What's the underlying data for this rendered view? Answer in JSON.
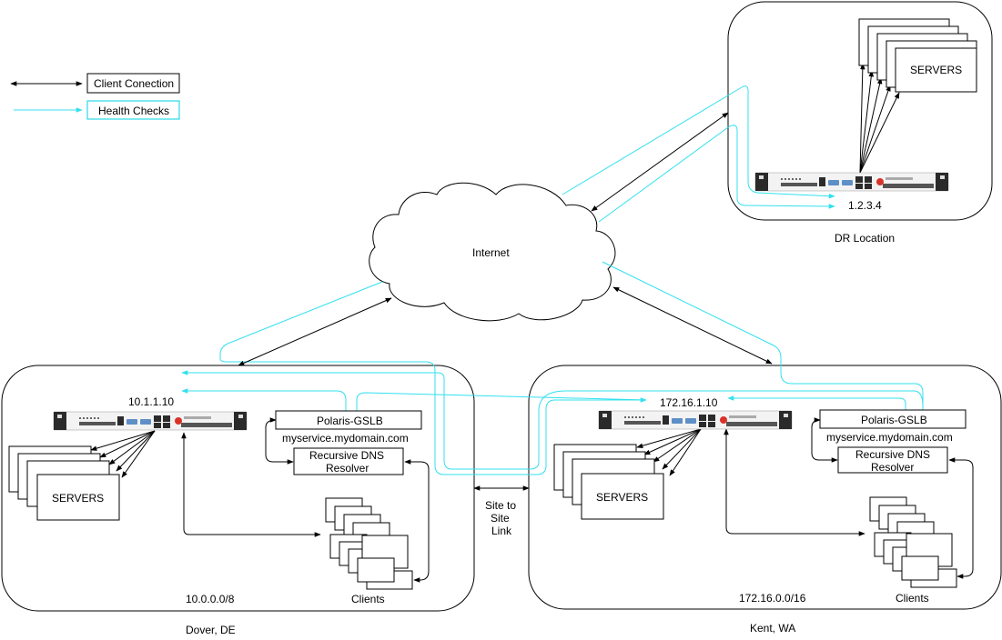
{
  "legend": {
    "client_connection": "Client Conection",
    "health_checks": "Health Checks"
  },
  "colors": {
    "health_check": "#33e0ee",
    "client_connection": "#000000",
    "appliance_logo": "#d9322a"
  },
  "cloud": {
    "label": "Internet"
  },
  "link": {
    "line1": "Site to",
    "line2": "Site",
    "line3": "Link"
  },
  "dr": {
    "servers_label": "SERVERS",
    "ip": "1.2.3.4",
    "caption": "DR Location"
  },
  "dover": {
    "ip": "10.1.1.10",
    "gslb_label": "Polaris-GSLB",
    "service_name": "myservice.mydomain.com",
    "resolver_line1": "Recursive DNS",
    "resolver_line2": "Resolver",
    "servers_label": "SERVERS",
    "clients_label": "Clients",
    "subnet": "10.0.0.0/8",
    "caption": "Dover, DE"
  },
  "kent": {
    "ip": "172.16.1.10",
    "gslb_label": "Polaris-GSLB",
    "service_name": "myservice.mydomain.com",
    "resolver_line1": "Recursive DNS",
    "resolver_line2": "Resolver",
    "servers_label": "SERVERS",
    "clients_label": "Clients",
    "subnet": "172.16.0.0/16",
    "caption": "Kent, WA"
  }
}
